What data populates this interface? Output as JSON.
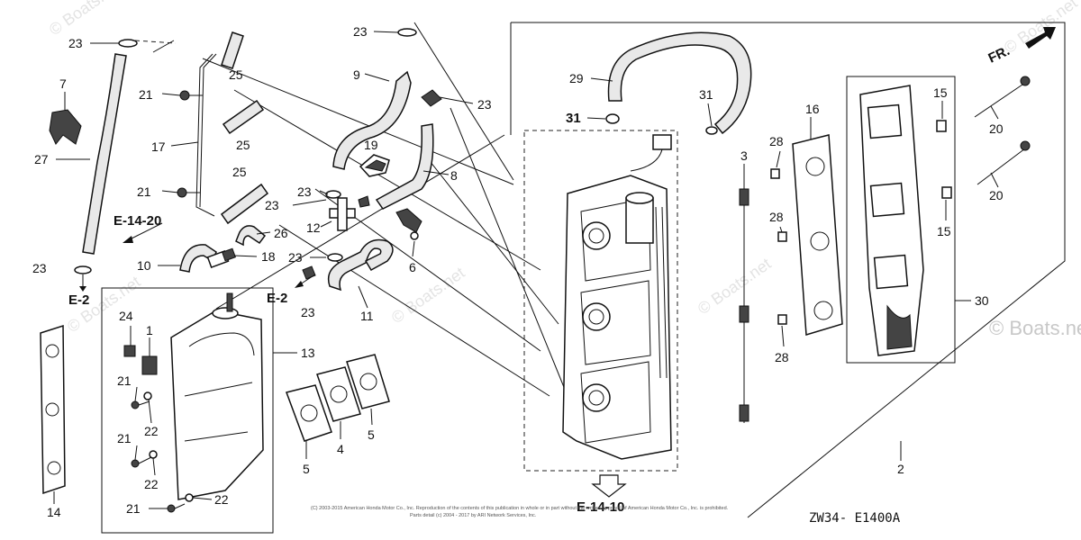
{
  "diagram": {
    "code": "ZW34- E1400A",
    "watermark": "© Boats.net",
    "watermark_faint": "© Boats.net",
    "copyright": "(C) 2003-2015 American Honda Motor Co., Inc. Reproduction of the contents of this publication in whole or in part without the written approval of American Honda Motor Co., Inc. is prohibited.",
    "copyright2": "Parts detail (c) 2004 - 2017 by ARI Network Services, Inc.",
    "fr_label": "FR."
  },
  "refs": {
    "e1420": "E-14-20",
    "e2_left": "E-2",
    "e2_mid": "E-2",
    "e1410": "E-14-10"
  },
  "callouts": {
    "c23a": "23",
    "c7": "7",
    "c27": "27",
    "c23b": "23",
    "c21a": "21",
    "c17": "17",
    "c25a": "25",
    "c25b": "25",
    "c25c": "25",
    "c21b": "21",
    "c26": "26",
    "c10": "10",
    "c18": "18",
    "c23c": "23",
    "c9": "9",
    "c23d": "23",
    "c19": "19",
    "c8": "8",
    "c23e": "23",
    "c12": "12",
    "c23f": "23",
    "c23g": "23",
    "c23h": "23",
    "c6": "6",
    "c11": "11",
    "c29": "29",
    "c31a": "31",
    "c31b": "31",
    "c3": "3",
    "c16": "16",
    "c28a": "28",
    "c28b": "28",
    "c28c": "28",
    "c15a": "15",
    "c15b": "15",
    "c20a": "20",
    "c20b": "20",
    "c30": "30",
    "c24": "24",
    "c1": "1",
    "c13": "13",
    "c21c": "21",
    "c22a": "22",
    "c21d": "21",
    "c22b": "22",
    "c21e": "21",
    "c22c": "22",
    "c5a": "5",
    "c4": "4",
    "c5b": "5",
    "c14": "14",
    "c2": "2"
  }
}
